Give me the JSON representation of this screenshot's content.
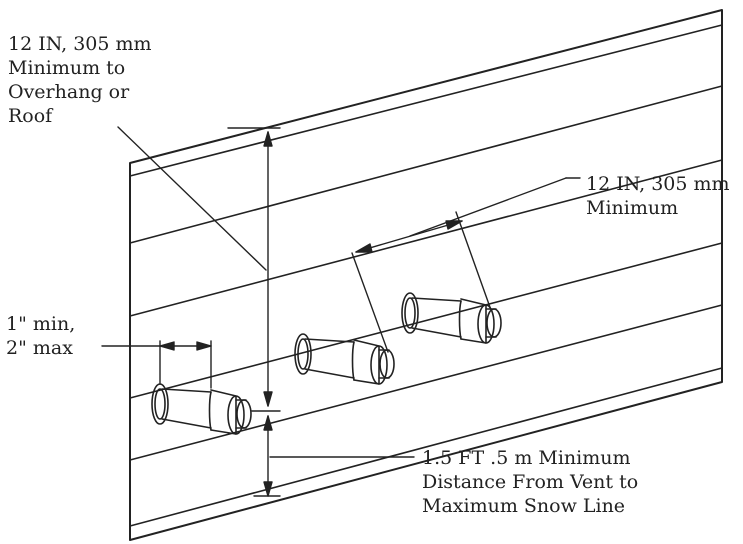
{
  "labels": {
    "overhang": [
      "12 IN, 305 mm",
      "Minimum to",
      "Overhang or",
      "Roof"
    ],
    "vent_spacing": [
      "12 IN, 305 mm",
      "Minimum"
    ],
    "projection": [
      "1\" min,",
      "2\" max"
    ],
    "snow_line": [
      "1.5 FT .5 m Minimum",
      "Distance From Vent  to",
      "Maximum Snow Line"
    ]
  },
  "colors": {
    "line": "#222222",
    "background": "#ffffff"
  }
}
